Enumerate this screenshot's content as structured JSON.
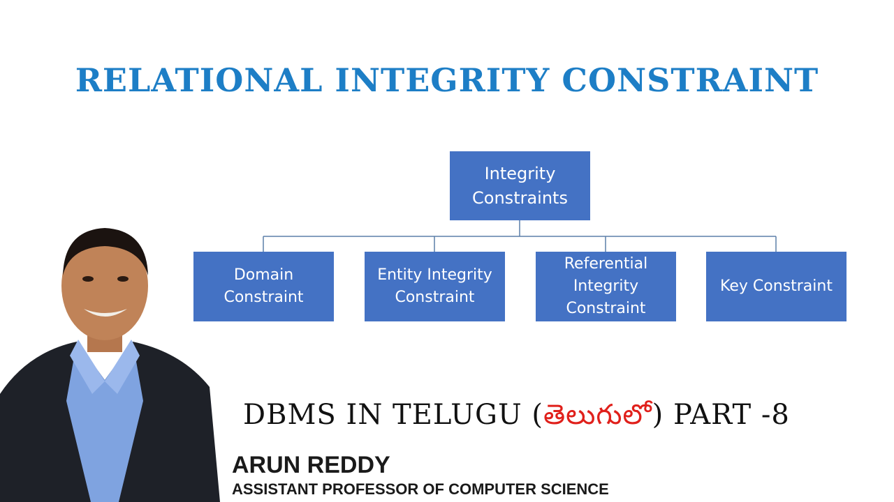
{
  "title": "RELATIONAL INTEGRITY CONSTRAINT",
  "diagram": {
    "root": "Integrity\nConstraints",
    "children": [
      "Domain\nConstraint",
      "Entity Integrity\nConstraint",
      "Referential\nIntegrity\nConstraint",
      "Key Constraint"
    ]
  },
  "subtitle": {
    "prefix": "DBMS IN TELUGU (",
    "telugu": "తెలుగులో",
    "suffix": ") PART -8"
  },
  "presenter": {
    "name": "ARUN REDDY",
    "role": "ASSISTANT PROFESSOR OF COMPUTER SCIENCE"
  },
  "colors": {
    "title": "#1d7ec6",
    "box": "#4472c4",
    "telugu": "#e0201b"
  }
}
